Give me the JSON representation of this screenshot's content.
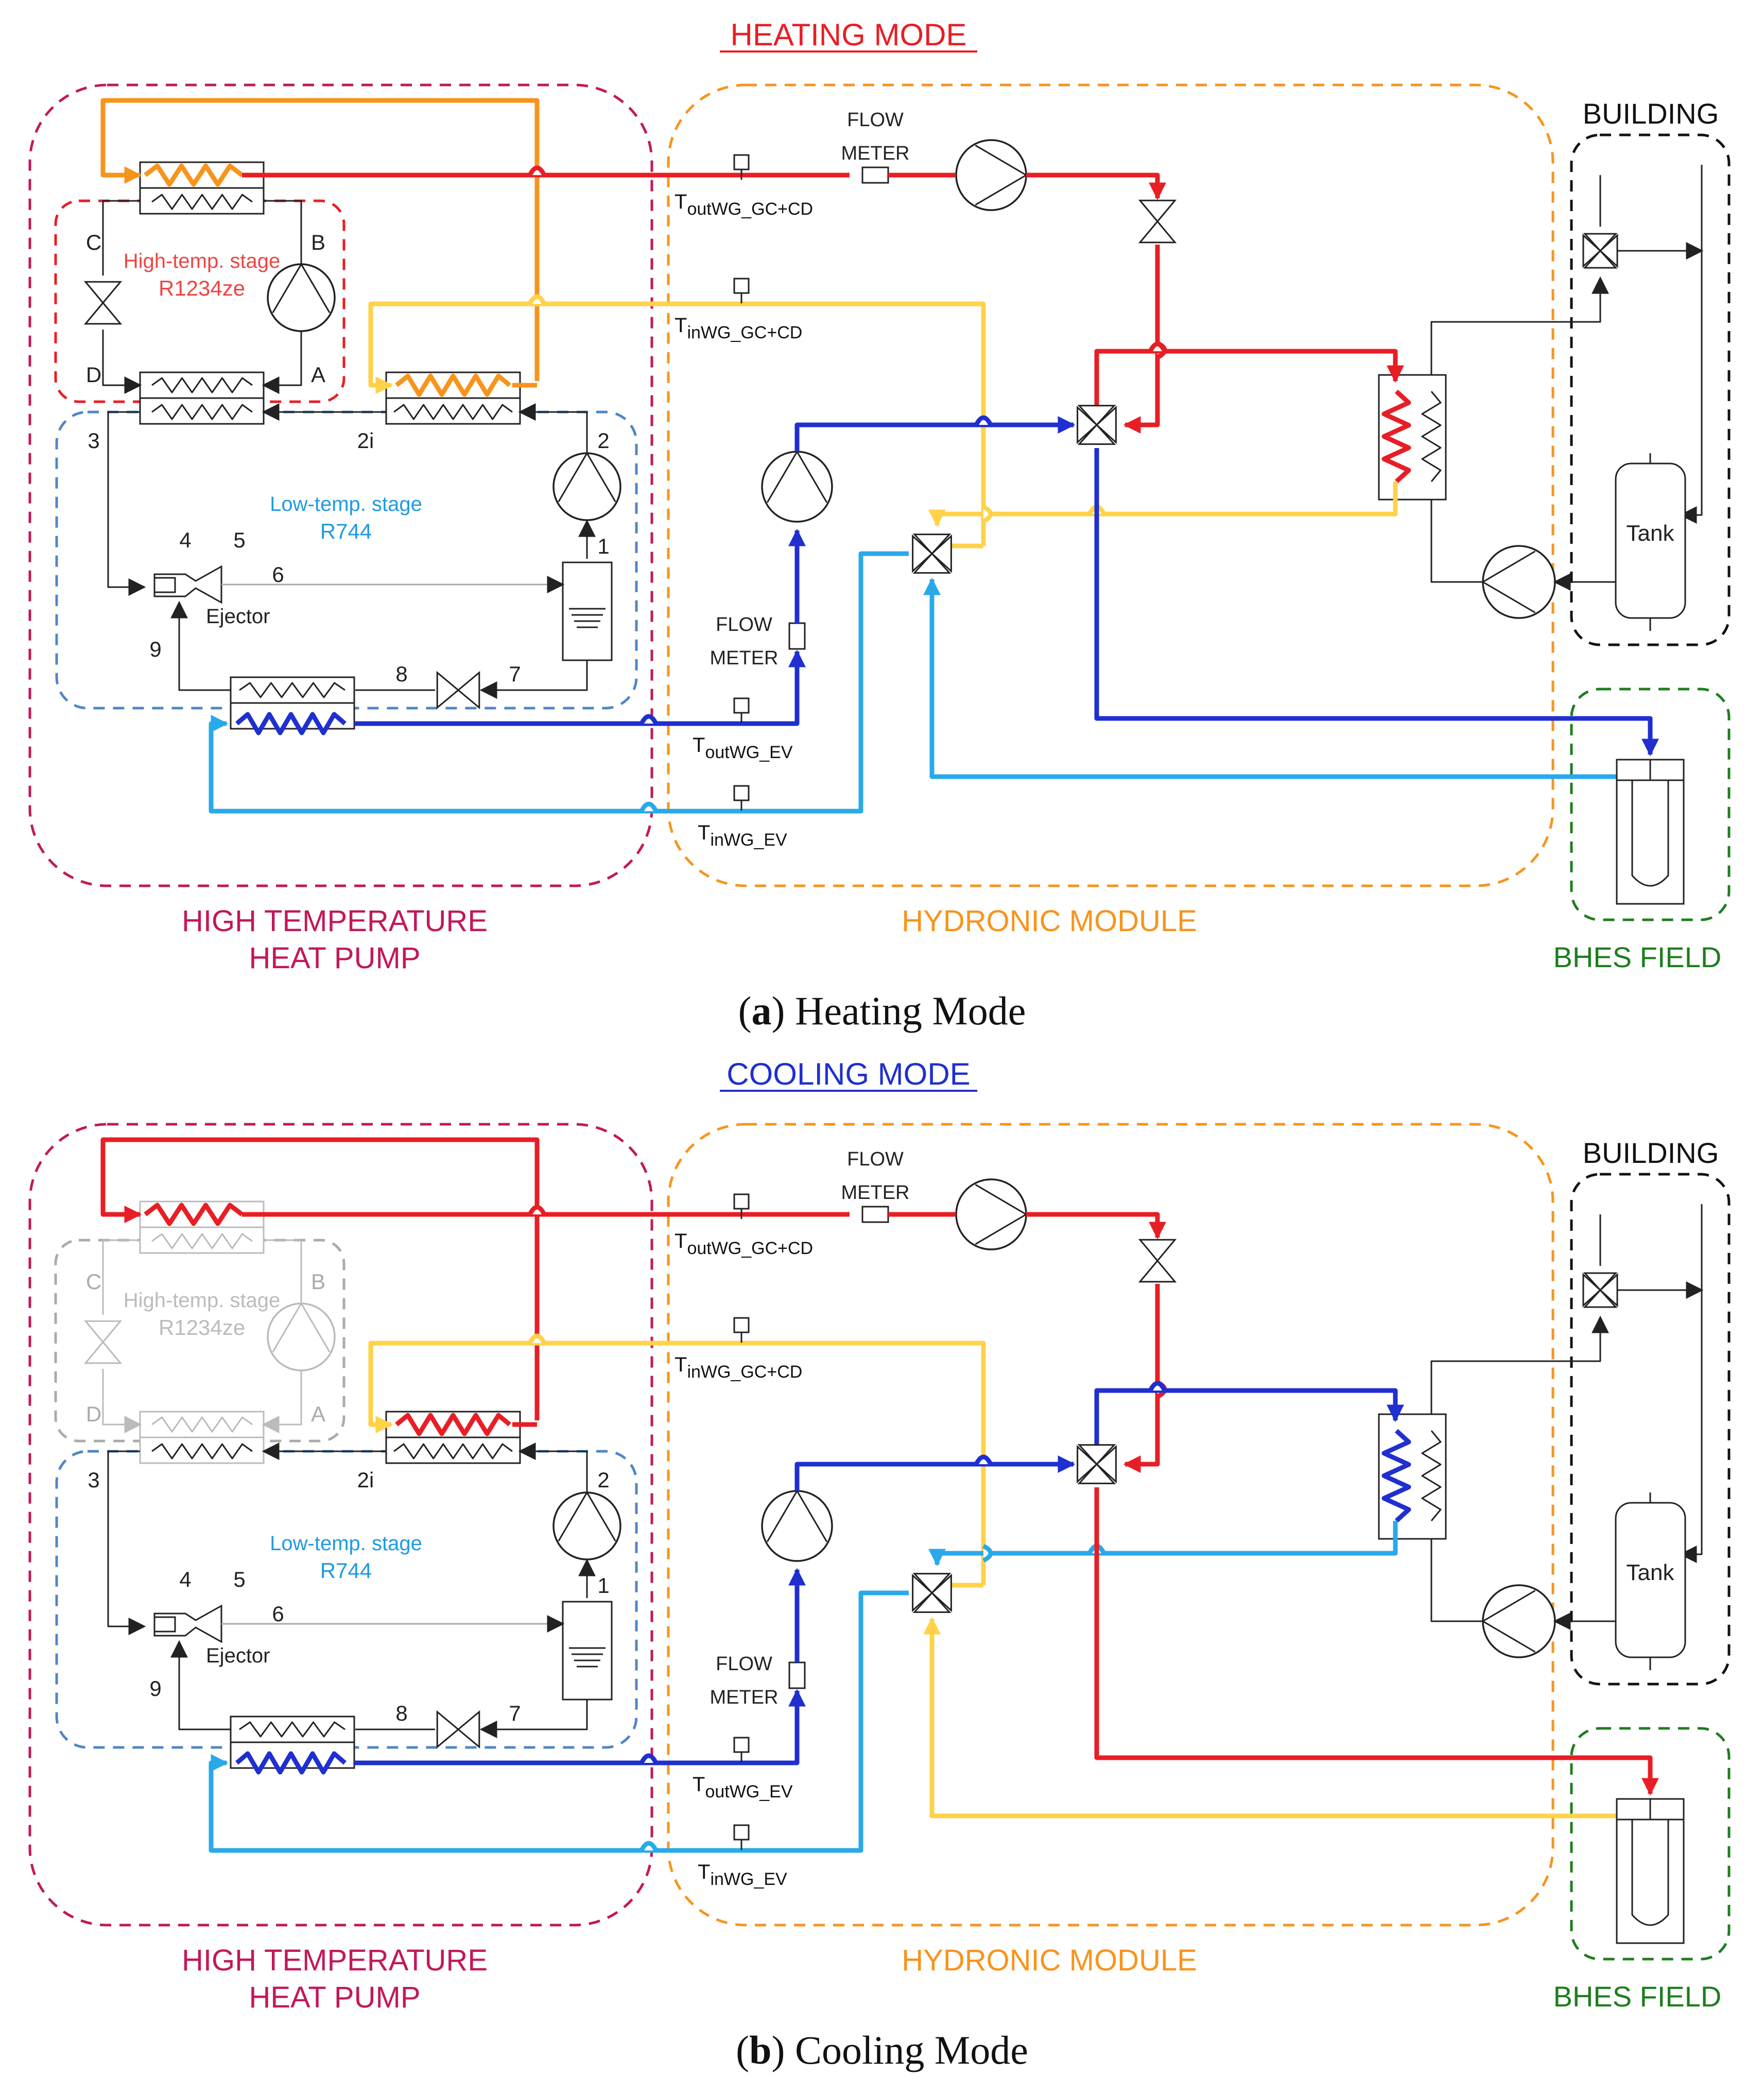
{
  "panels": [
    {
      "mode_title": "HEATING MODE",
      "mode_color": "#e81e25",
      "caption_letter": "a",
      "caption_text": ") Heating Mode",
      "caption_open": "(",
      "ht_stage_gray": false,
      "colors": {
        "orange_top": "#f7941d",
        "gc_line": "#f7941d",
        "gc_coil": "#f7941d",
        "hx_coil": "#e81e25",
        "ret_building": "#ffd24a",
        "bhe_out": "#1f2fd0",
        "bhe_in": "#29a9ea",
        "ret_mid": "#ffd24a"
      }
    },
    {
      "mode_title": "COOLING MODE",
      "mode_color": "#1f2fd0",
      "caption_letter": "b",
      "caption_text": ") Cooling Mode",
      "caption_open": "(",
      "ht_stage_gray": true,
      "colors": {
        "orange_top": "#e81e25",
        "gc_line": "#e81e25",
        "gc_coil": "#e81e25",
        "hx_coil": "#1f2fd0",
        "ret_building": "#29a9ea",
        "bhe_out": "#e81e25",
        "bhe_in": "#ffd24a",
        "ret_mid": "#29a9ea"
      }
    }
  ],
  "labels": {
    "building": "BUILDING",
    "flow_meter_1": "FLOW",
    "flow_meter_2": "METER",
    "t_out_gc": "T",
    "t_out_gc_sub": "outWG_GC+CD",
    "t_in_gc": "T",
    "t_in_gc_sub": "inWG_GC+CD",
    "t_out_ev": "T",
    "t_out_ev_sub": "outWG_EV",
    "t_in_ev": "T",
    "t_in_ev_sub": "inWG_EV",
    "ht_stage_1": "High-temp. stage",
    "ht_stage_2": "R1234ze",
    "lt_stage_1": "Low-temp. stage",
    "lt_stage_2": "R744",
    "ejector": "Ejector",
    "tank": "Tank",
    "high_temp_hp_1": "HIGH TEMPERATURE",
    "high_temp_hp_2": "HEAT PUMP",
    "hydronic": "HYDRONIC  MODULE",
    "bhes": "BHES FIELD",
    "pt_A": "A",
    "pt_B": "B",
    "pt_C": "C",
    "pt_D": "D",
    "pt_1": "1",
    "pt_2": "2",
    "pt_2i": "2i",
    "pt_3": "3",
    "pt_4": "4",
    "pt_5": "5",
    "pt_6": "6",
    "pt_7": "7",
    "pt_8": "8",
    "pt_9": "9"
  },
  "region_colors": {
    "hthp": "#c2185b",
    "hydronic": "#f7941d",
    "building": "#111111",
    "bhes": "#1e7d1e",
    "ht_stage": "#e81e25",
    "lt_stage": "#4f86c6",
    "lt_text": "#1e9be0",
    "ht_text": "#ef4444"
  }
}
